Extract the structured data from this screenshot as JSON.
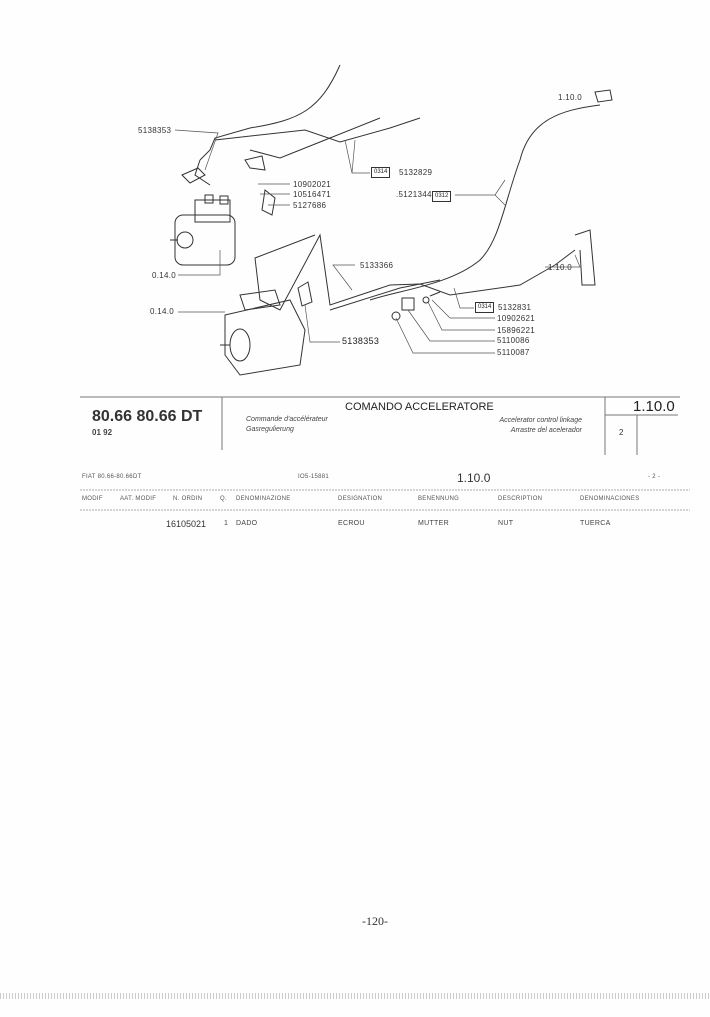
{
  "diagram": {
    "labels": {
      "ref_top_right": "1.10.0",
      "part_5138353_top": "5138353",
      "box_0314_a": "0314",
      "part_5132829": "5132829",
      "part_10902021": "10902021",
      "part_10516471": "10516471",
      "part_5127686": "5127686",
      "part_5121344": ".5121344",
      "box_0312": "0312",
      "ref_mid_right": "1.10.0",
      "ref_0140_a": "0.14.0",
      "part_5133366": "5133366",
      "ref_0140_b": "0.14.0",
      "box_0314_b": "0314",
      "part_5132831": "5132831",
      "part_10902621": "10902621",
      "part_15896221": "15896221",
      "part_5110086": "5110086",
      "part_5110087": "5110087",
      "part_5138353_bottom": "5138353"
    }
  },
  "title_block": {
    "model": "80.66 80.66 DT",
    "date": "01 92",
    "title_it": "COMANDO ACCELERATORE",
    "title_fr": "Commande d'accélérateur",
    "title_de": "Gasregulierung",
    "title_en": "Accelerator control linkage",
    "title_es": "Arrastre del acelerador",
    "section": "1.10.0",
    "sheet": "2"
  },
  "table": {
    "header_left": "FIAT 80.66-80.66DT",
    "header_code": "IO5-15881",
    "header_section": "1.10.0",
    "header_page": "- 2 -",
    "columns": [
      "MODIF",
      "AAT. MODIF",
      "N. ORDIN",
      "Q.",
      "DENOMINAZIONE",
      "DESIGNATION",
      "BENENNUNG",
      "DESCRIPTION",
      "DENOMINACIONES"
    ],
    "rows": [
      {
        "n_ordin": "16105021",
        "q": "1",
        "denominazione": "DADO",
        "designation": "ECROU",
        "benennung": "MUTTER",
        "description": "NUT",
        "denominaciones": "TUERCA"
      }
    ]
  },
  "page_number": "-120-"
}
